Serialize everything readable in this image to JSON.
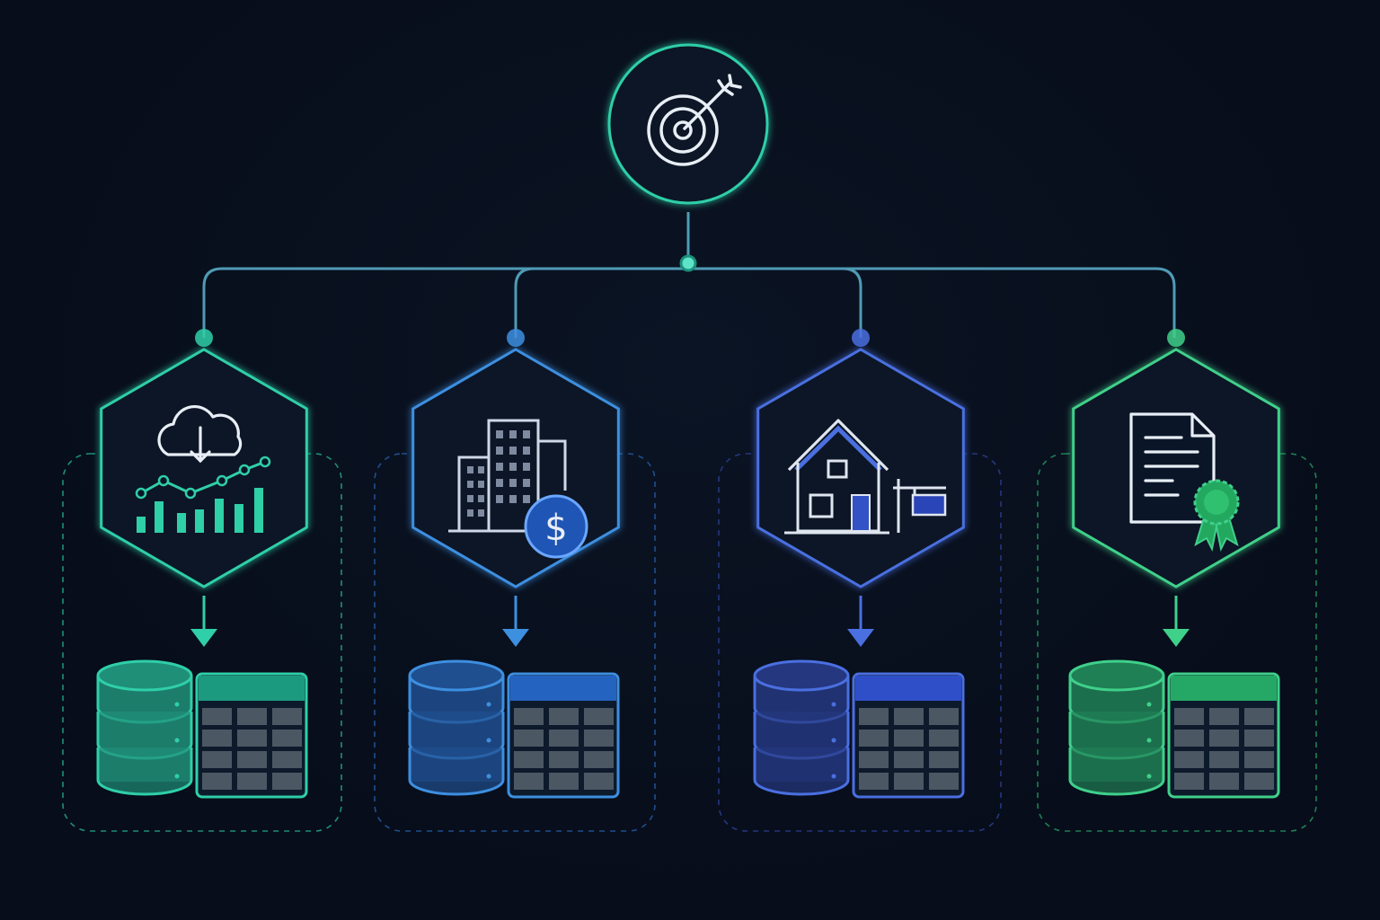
{
  "root": {
    "icon": "target-arrow-icon",
    "accent": "#2fcfa8"
  },
  "connector_color": "#4f9bb5",
  "branches": [
    {
      "id": "market-data",
      "icon": "cloud-download-chart-icon",
      "accent": "#2fcfa8",
      "tint": "#1f8f78",
      "header": "#1c9a80"
    },
    {
      "id": "commercial-finance",
      "icon": "buildings-dollar-icon",
      "accent": "#3d8fe0",
      "tint": "#1f4f8f",
      "header": "#2563c0"
    },
    {
      "id": "residential-property",
      "icon": "house-for-sale-icon",
      "accent": "#4a6fe0",
      "tint": "#25377f",
      "header": "#2f4fc8"
    },
    {
      "id": "certified-documents",
      "icon": "certificate-document-icon",
      "accent": "#3fd08a",
      "tint": "#1f7f55",
      "header": "#25a866"
    }
  ]
}
